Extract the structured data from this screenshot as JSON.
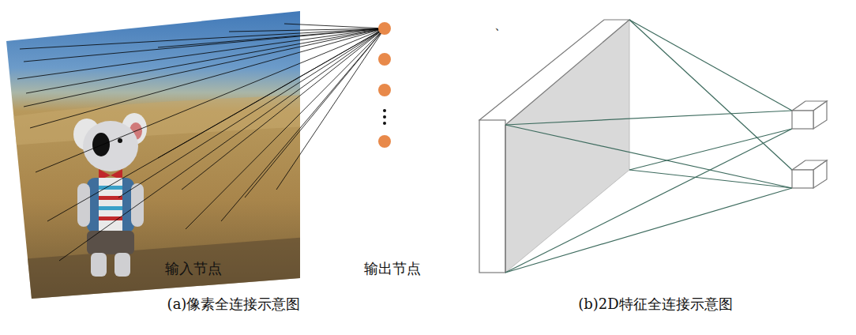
{
  "diagram": {
    "labels": [
      "输入节点",
      "输出节点",
      "(a)像素全连接示意图",
      "(b)2D特征全连接示意图",
      "、"
    ]
  }
}
